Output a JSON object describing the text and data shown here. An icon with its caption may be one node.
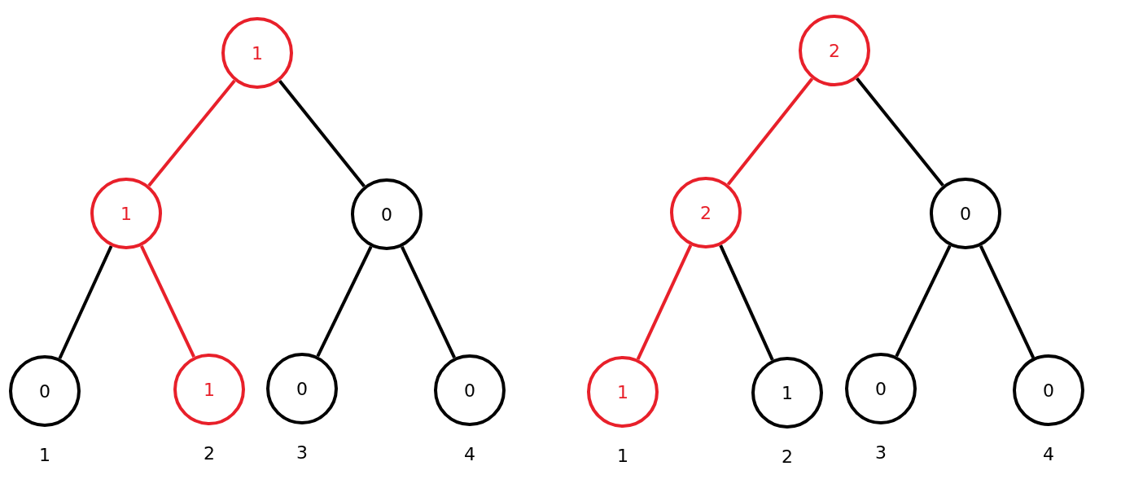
{
  "diagram": {
    "nodes": [
      {
        "text": [
          "1"
        ]
      },
      {
        "text": [
          "1"
        ]
      },
      {
        "text": [
          "0"
        ]
      },
      {
        "text": [
          "0"
        ],
        "beside": [
          "1"
        ]
      },
      {
        "text": [
          "1"
        ],
        "beside": [
          "2"
        ]
      },
      {
        "text": [
          "0"
        ],
        "beside": [
          "3"
        ]
      },
      {
        "text": [
          "0"
        ],
        "beside": [
          "4"
        ]
      },
      {
        "text": [
          "2"
        ]
      },
      {
        "text": [
          "2"
        ]
      },
      {
        "text": [
          "0"
        ]
      },
      {
        "text": [
          "1"
        ],
        "beside": [
          "1"
        ]
      },
      {
        "text": [
          "1"
        ],
        "beside": [
          "2"
        ]
      },
      {
        "text": [
          "0"
        ],
        "beside": [
          "3"
        ]
      },
      {
        "text": [
          "0"
        ],
        "beside": [
          "4"
        ]
      }
    ],
    "edges": [
      {
        "from": 0,
        "to": 1,
        "arrow": "none",
        "color": "#e8202a"
      },
      {
        "from": 0,
        "to": 2,
        "arrow": "none"
      },
      {
        "from": 1,
        "to": 3,
        "arrow": "none"
      },
      {
        "from": 1,
        "to": 4,
        "arrow": "none",
        "color": "#e8202a"
      },
      {
        "from": 2,
        "to": 5,
        "arrow": "none"
      },
      {
        "from": 2,
        "to": 6,
        "arrow": "none"
      },
      {
        "from": 7,
        "to": 8,
        "arrow": "none",
        "color": "#e8202a"
      },
      {
        "from": 7,
        "to": 9,
        "arrow": "none"
      },
      {
        "from": 8,
        "to": 10,
        "arrow": "none",
        "color": "#e8202a"
      },
      {
        "from": 8,
        "to": 11,
        "arrow": "none"
      },
      {
        "from": 9,
        "to": 12,
        "arrow": "none"
      },
      {
        "from": 9,
        "to": 13,
        "arrow": "none"
      }
    ]
  }
}
